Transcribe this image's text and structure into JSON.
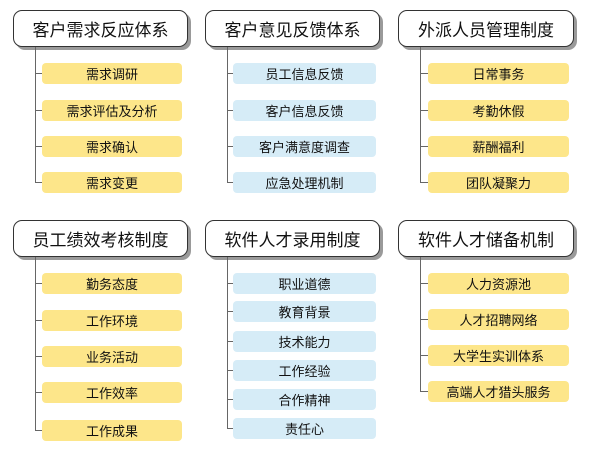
{
  "colors": {
    "yellow": "#fde68a",
    "blue": "#d6ecf7",
    "border": "#333333",
    "connector": "#666666"
  },
  "groups": [
    {
      "title": "客户需求反应体系",
      "color": "yellow",
      "items": [
        "需求调研",
        "需求评估及分析",
        "需求确认",
        "需求变更"
      ]
    },
    {
      "title": "客户意见反馈体系",
      "color": "blue",
      "items": [
        "员工信息反馈",
        "客户信息反馈",
        "客户满意度调查",
        "应急处理机制"
      ]
    },
    {
      "title": "外派人员管理制度",
      "color": "yellow",
      "items": [
        "日常事务",
        "考勤休假",
        "薪酬福利",
        "团队凝聚力"
      ]
    },
    {
      "title": "员工绩效考核制度",
      "color": "yellow",
      "items": [
        "勤务态度",
        "工作环境",
        "业务活动",
        "工作效率",
        "工作成果"
      ]
    },
    {
      "title": "软件人才录用制度",
      "color": "blue",
      "items": [
        "职业道德",
        "教育背景",
        "技术能力",
        "工作经验",
        "合作精神",
        "责任心"
      ]
    },
    {
      "title": "软件人才储备机制",
      "color": "yellow",
      "items": [
        "人力资源池",
        "人才招聘网络",
        "大学生实训体系",
        "高端人才猎头服务"
      ]
    }
  ]
}
